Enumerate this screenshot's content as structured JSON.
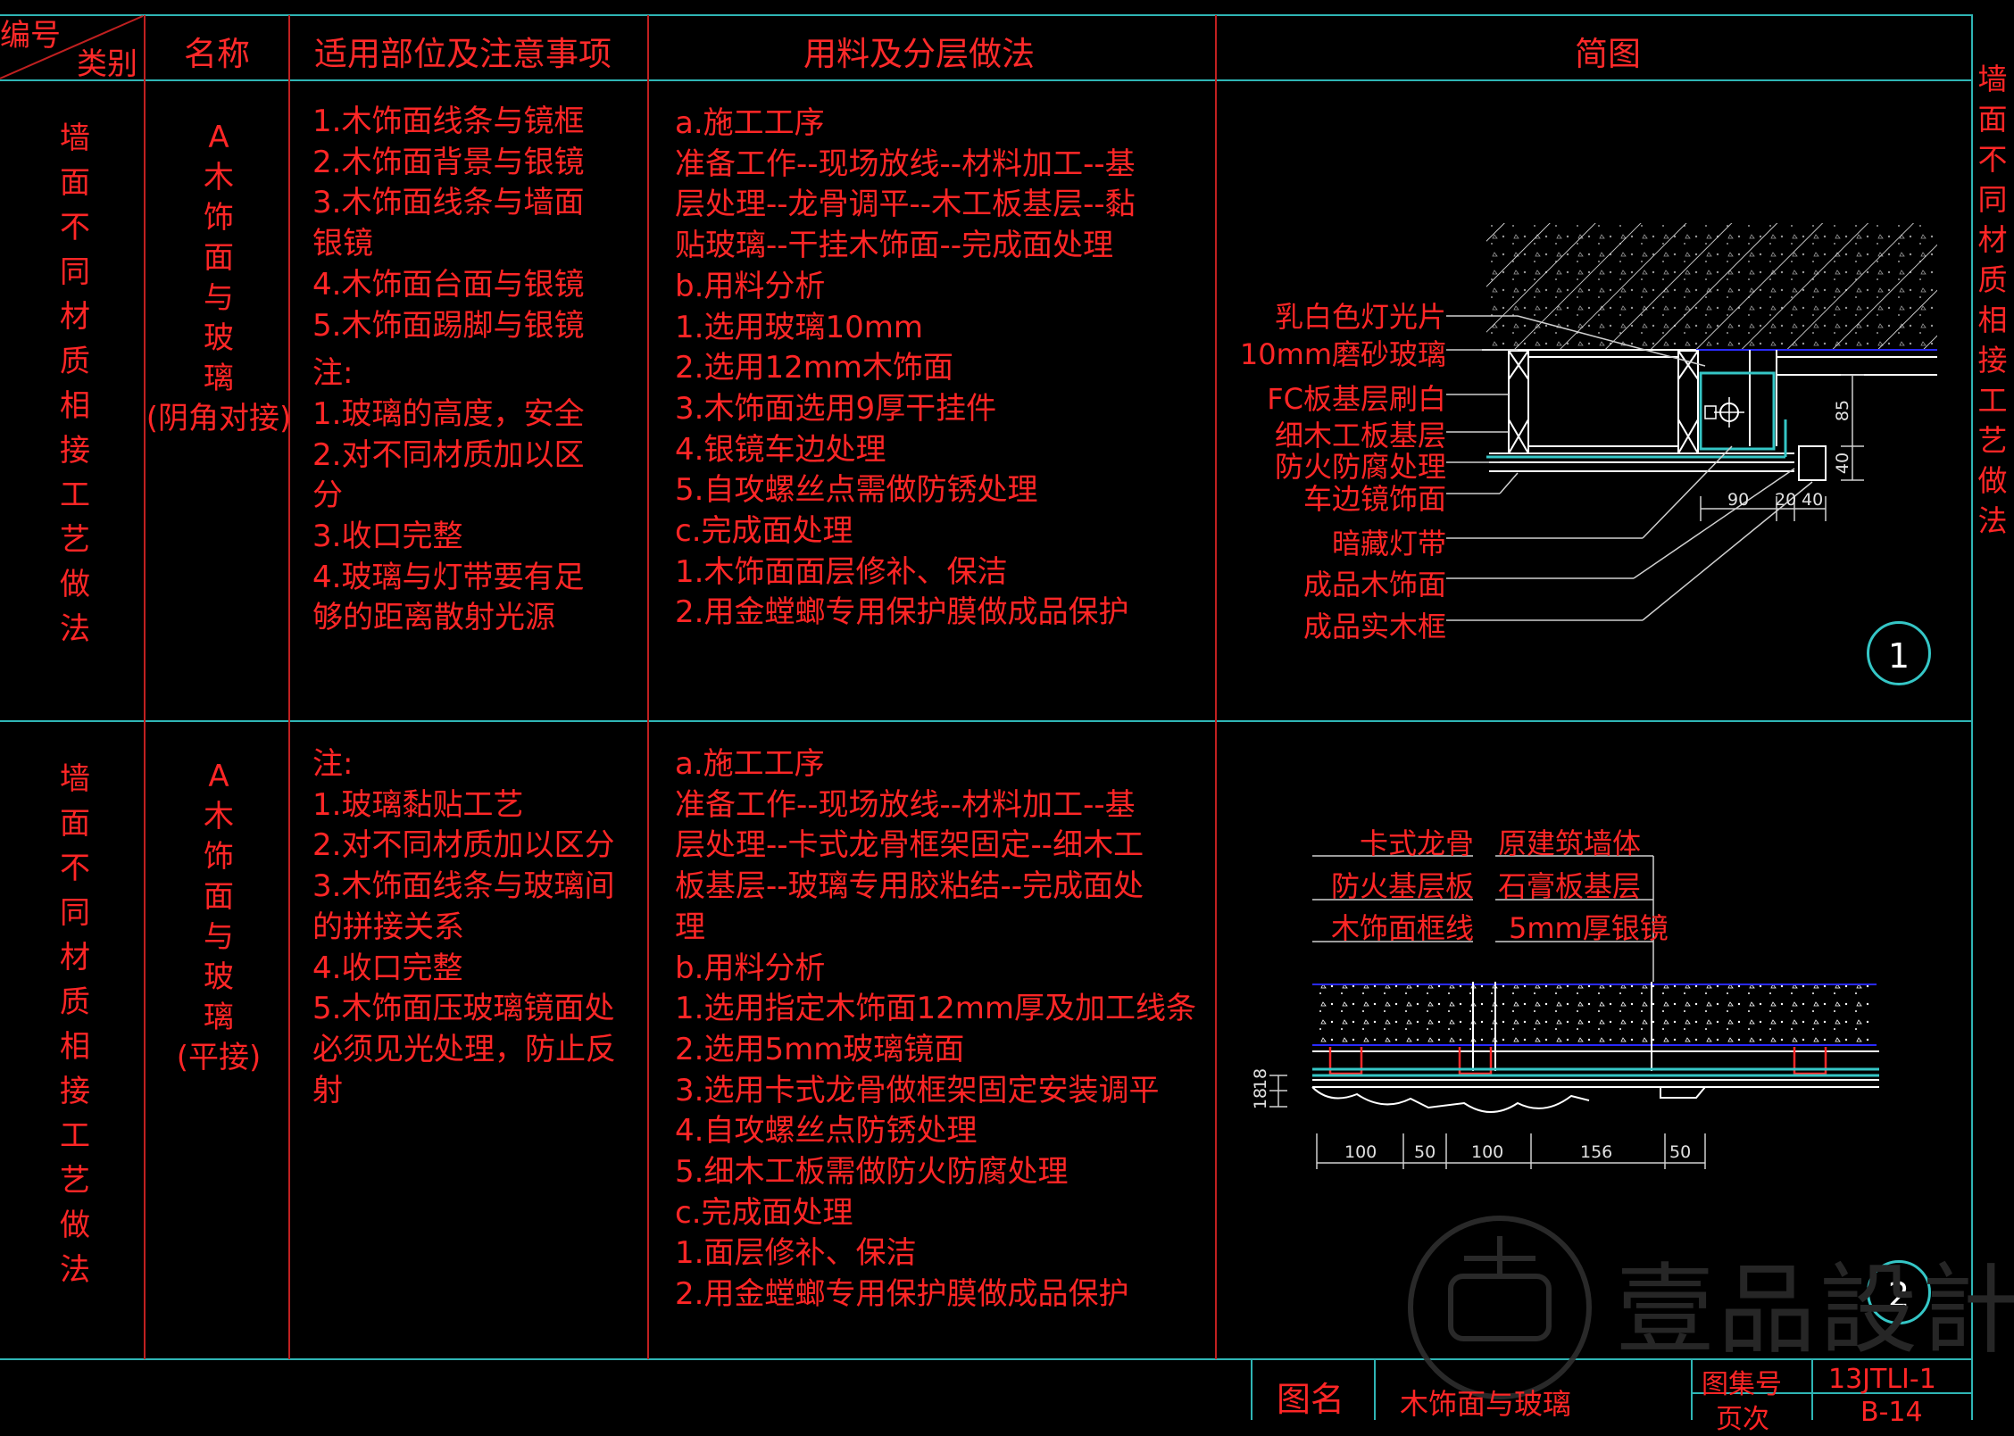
{
  "header": {
    "corner_top": "编号",
    "corner_bottom": "类别",
    "col_name": "名称",
    "col_location": "适用部位及注意事项",
    "col_method": "用料及分层做法",
    "col_diagram": "简图"
  },
  "side_title": "墙面不同材质相接工艺做法",
  "rows": [
    {
      "category": "墙面不同材质相接工艺做法",
      "name_lines": [
        "A",
        "木",
        "饰",
        "面",
        "与",
        "玻",
        "璃",
        "(阴角对接)"
      ],
      "notes": [
        "1.木饰面线条与镜框",
        "2.木饰面背景与银镜",
        "3.木饰面线条与墙面",
        "银镜",
        "4.木饰面台面与银镜",
        "5.木饰面踢脚与银镜",
        "注:",
        "1.玻璃的高度，安全",
        "2.对不同材质加以区",
        "分",
        "3.收口完整",
        "4.玻璃与灯带要有足",
        "够的距离散射光源"
      ],
      "method": [
        "a.施工工序",
        "准备工作--现场放线--材料加工--基",
        "层处理--龙骨调平--木工板基层--黏",
        "贴玻璃--干挂木饰面--完成面处理",
        "b.用料分析",
        "1.选用玻璃10mm",
        "2.选用12mm木饰面",
        "3.木饰面选用9厚干挂件",
        "4.银镜车边处理",
        "5.自攻螺丝点需做防锈处理",
        "c.完成面处理",
        "1.木饰面面层修补、保洁",
        "2.用金螳螂专用保护膜做成品保护"
      ],
      "diagram_labels": [
        "乳白色灯光片",
        "10mm磨砂玻璃",
        "FC板基层刷白",
        "细木工板基层",
        "防火防腐处理",
        "车边镜饰面",
        "暗藏灯带",
        "成品木饰面",
        "成品实木框"
      ],
      "dims_v": [
        "85",
        "40"
      ],
      "dims_h": [
        "90",
        "20",
        "40"
      ],
      "detail_no": "1"
    },
    {
      "category": "墙面不同材质相接工艺做法",
      "name_lines": [
        "A",
        "木",
        "饰",
        "面",
        "与",
        "玻",
        "璃",
        "(平接)"
      ],
      "notes": [
        "注:",
        "1.玻璃黏贴工艺",
        "2.对不同材质加以区分",
        "3.木饰面线条与玻璃间",
        "的拼接关系",
        "4.收口完整",
        "5.木饰面压玻璃镜面处",
        "必须见光处理，防止反",
        "射"
      ],
      "method": [
        "a.施工工序",
        "准备工作--现场放线--材料加工--基",
        "层处理--卡式龙骨框架固定--细木工",
        "板基层--玻璃专用胶粘结--完成面处",
        "理",
        "b.用料分析",
        "1.选用指定木饰面12mm厚及加工线条",
        "2.选用5mm玻璃镜面",
        "3.选用卡式龙骨做框架固定安装调平",
        "4.自攻螺丝点防锈处理",
        "5.细木工板需做防火防腐处理",
        "c.完成面处理",
        "1.面层修补、保洁",
        "2.用金螳螂专用保护膜做成品保护"
      ],
      "diagram_labels_left": [
        "卡式龙骨",
        "防火基层板",
        "木饰面框线"
      ],
      "diagram_labels_right": [
        "原建筑墙体",
        "石膏板基层",
        "5mm厚银镜"
      ],
      "dims_v": [
        "18",
        "18"
      ],
      "dims_h": [
        "100",
        "50",
        "100",
        "156",
        "50"
      ],
      "detail_no": "2"
    }
  ],
  "title_block": {
    "name_label": "图名",
    "name_value": "木饰面与玻璃",
    "atlas_label": "图集号",
    "atlas_value": "13JTLI-1",
    "page_label": "页次",
    "page_value": "B-14"
  },
  "watermark": "壹品設計",
  "colors": {
    "background": "#000000",
    "text": "#ff2626",
    "grid_line": "#2fb5b5",
    "drawing_line": "#ffffff",
    "accent_cyan": "#35c6c6",
    "accent_blue": "#2020ff"
  }
}
